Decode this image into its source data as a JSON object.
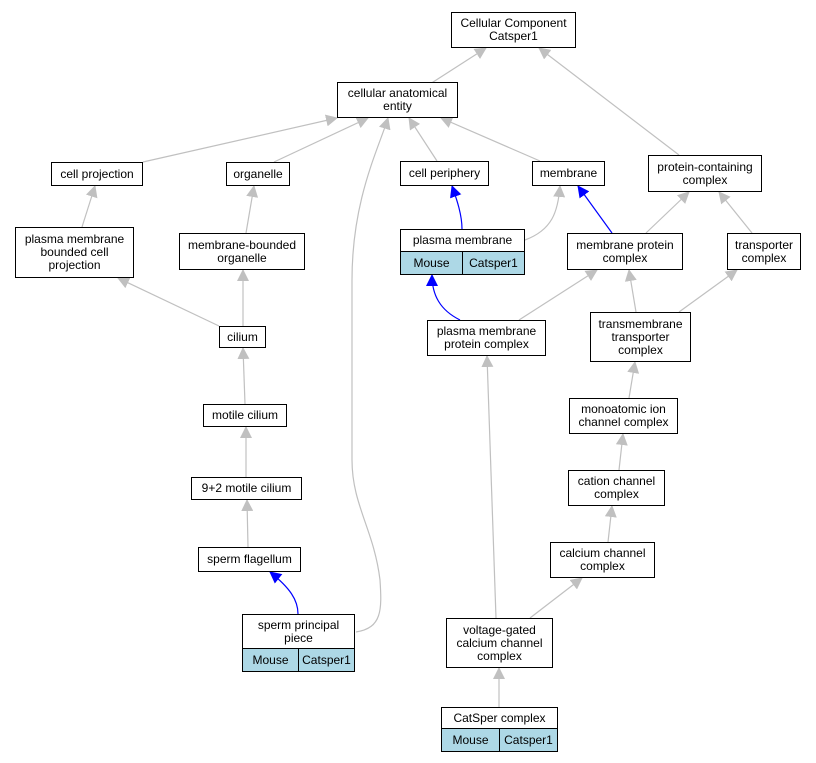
{
  "colors": {
    "is_a_edge": "#c0c0c0",
    "part_of_edge": "#0000ff",
    "annotation_tag_bg": "#add8e6",
    "node_border": "#000000"
  },
  "nodes": {
    "root": {
      "label": "Cellular Component\nCatsper1"
    },
    "cellular_anatomical_entity": {
      "label": "cellular anatomical\nentity"
    },
    "cell_projection": {
      "label": "cell projection"
    },
    "organelle": {
      "label": "organelle"
    },
    "cell_periphery": {
      "label": "cell periphery"
    },
    "membrane": {
      "label": "membrane"
    },
    "protein_containing_complex": {
      "label": "protein-containing\ncomplex"
    },
    "plasma_membrane_bounded_cell_projection": {
      "label": "plasma membrane\nbounded cell\nprojection"
    },
    "membrane_bounded_organelle": {
      "label": "membrane-bounded\norganelle"
    },
    "plasma_membrane": {
      "label": "plasma membrane",
      "tags": [
        "Mouse",
        "Catsper1"
      ]
    },
    "membrane_protein_complex": {
      "label": "membrane protein\ncomplex"
    },
    "transporter_complex": {
      "label": "transporter\ncomplex"
    },
    "cilium": {
      "label": "cilium"
    },
    "plasma_membrane_protein_complex": {
      "label": "plasma membrane\nprotein complex"
    },
    "transmembrane_transporter_complex": {
      "label": "transmembrane\ntransporter\ncomplex"
    },
    "motile_cilium": {
      "label": "motile cilium"
    },
    "monoatomic_ion_channel_complex": {
      "label": "monoatomic ion\nchannel complex"
    },
    "cation_channel_complex": {
      "label": "cation channel\ncomplex"
    },
    "nine_plus_two_motile_cilium": {
      "label": "9+2 motile cilium"
    },
    "calcium_channel_complex": {
      "label": "calcium channel\ncomplex"
    },
    "sperm_flagellum": {
      "label": "sperm flagellum"
    },
    "sperm_principal_piece": {
      "label": "sperm principal\npiece",
      "tags": [
        "Mouse",
        "Catsper1"
      ]
    },
    "voltage_gated_calcium_channel_complex": {
      "label": "voltage-gated\ncalcium channel\ncomplex"
    },
    "catsper_complex": {
      "label": "CatSper complex",
      "tags": [
        "Mouse",
        "Catsper1"
      ]
    }
  }
}
